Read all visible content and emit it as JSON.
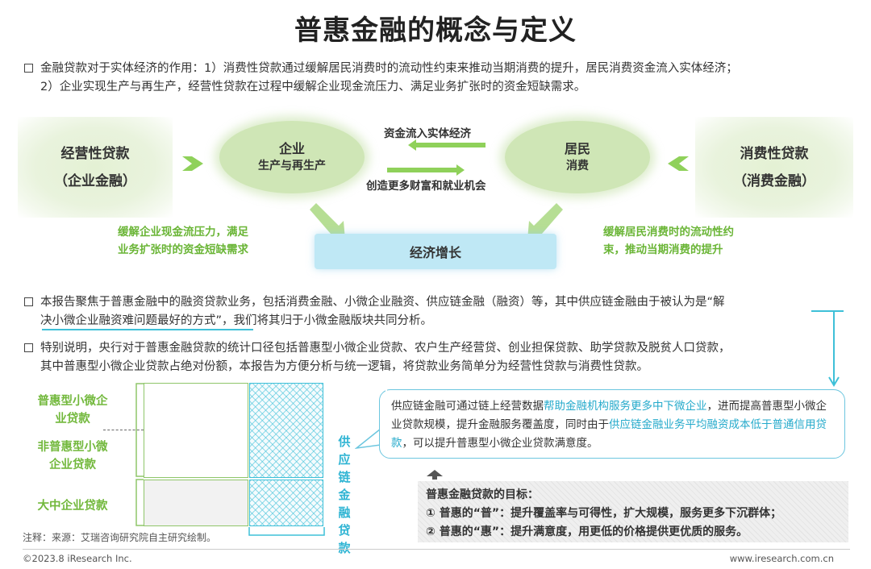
{
  "title": "普惠金融的概念与定义",
  "para1": {
    "line1": "金融贷款对于实体经济的作用：1）消费性贷款通过缓解居民消费时的流动性约束来推动当期消费的提升，居民消费资金流入实体经济；",
    "line2": "2）企业实现生产与再生产，经营性贷款在过程中缓解企业现金流压力、满足业务扩张时的资金短缺需求。"
  },
  "diagram": {
    "left_box": {
      "line1": "经营性贷款",
      "line2": "（企业金融）"
    },
    "right_box": {
      "line1": "消费性贷款",
      "line2": "（消费金融）"
    },
    "left_ellipse": {
      "line1": "企业",
      "line2": "生产与再生产"
    },
    "right_ellipse": {
      "line1": "居民",
      "line2": "消费"
    },
    "top_flow_label": "资金流入实体经济",
    "bottom_flow_label": "创造更多财富和就业机会",
    "growth_label": "经济增长",
    "left_note": {
      "line1": "缓解企业现金流压力，满足",
      "line2": "业务扩张时的资金短缺需求"
    },
    "right_note": {
      "line1": "缓解居民消费时的流动性约",
      "line2": "束，推动当期消费的提升"
    }
  },
  "para2": {
    "line1": "本报告聚焦于普惠金融中的融资贷款业务，包括消费金融、小微企业融资、供应链金融（融资）等，其中供应链金融由于被认为是“解",
    "line2_quote": "决小微企业融资难问题最好的方式”",
    "line2_rest": "，我们将其归于小微金融版块共同分析。"
  },
  "para3": {
    "line1": "特别说明，央行对于普惠金融贷款的统计口径包括普惠型小微企业贷款、农户生产经营贷、创业担保贷款、助学贷款及脱贫人口贷款，",
    "line2": "其中普惠型小微企业贷款占绝对份额，本报告为方便分析与统一逻辑，将贷款业务简单分为经营性贷款与消费性贷款。"
  },
  "stack": {
    "label_top": {
      "line1": "普惠型小微企",
      "line2": "业贷款"
    },
    "label_mid": {
      "line1": "非普惠型小微",
      "line2": "企业贷款"
    },
    "label_bottom": "大中企业贷款",
    "side_label": [
      "供",
      "应",
      "链",
      "金",
      "融",
      "贷",
      "款"
    ]
  },
  "callout": {
    "p1": "供应链金融可通过链上经营数据",
    "h1": "帮助金融机构服务更多中下微企业",
    "p2": "，进而提高普惠型小微企业贷款规模，提升金融服务覆盖度，同时由于",
    "h2": "供应链金融业务平均融资成本低于普通信用贷款",
    "p3": "，可以提升普惠型小微企业贷款满意度。"
  },
  "goal": {
    "heading": "普惠金融贷款的目标：",
    "item1": "①  普惠的“普”：提升覆盖率与可得性，扩大规模，服务更多下沉群体；",
    "item2": "②  普惠的“惠”：提升满意度，用更低的价格提供更优质的服务。"
  },
  "footer": {
    "note": "注释：来源：艾瑞咨询研究院自主研究绘制。",
    "copyright": "©2023.8 iResearch Inc.",
    "site": "www.iresearch.com.cn"
  },
  "colors": {
    "green_text": "#6ab536",
    "blue_text": "#25aacb",
    "ellipse_fill": "#cfe6b6",
    "growth_fill": "#bfe8f5"
  }
}
